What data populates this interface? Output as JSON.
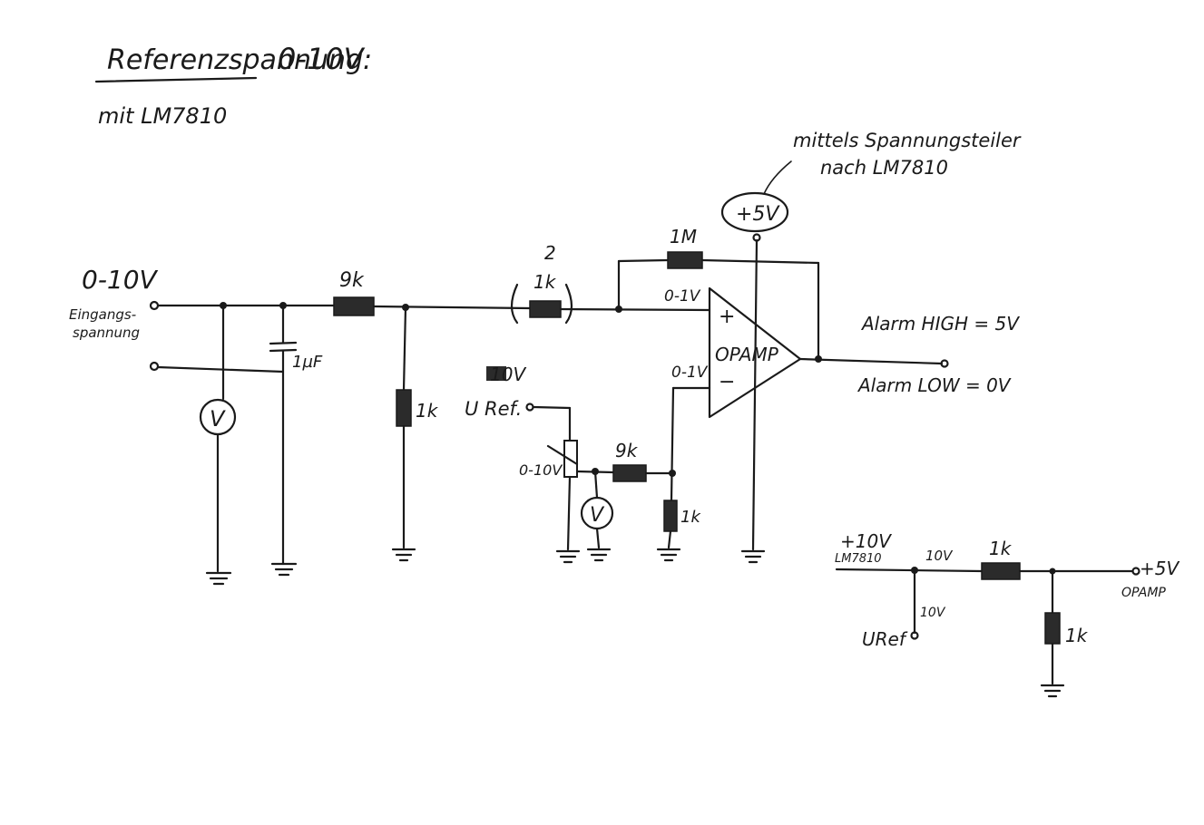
{
  "title": {
    "main": "Referenzspannung:",
    "value": "0-10V",
    "subtitle": "mit LM7810"
  },
  "annotation": {
    "line1": "mittels Spannungsteiler",
    "line2": "nach LM7810",
    "bubble": "+5V"
  },
  "input": {
    "voltage": "0-10V",
    "label_line1": "Eingangs-",
    "label_line2": "spannung",
    "capacitor": "1µF",
    "meter": "V"
  },
  "resistors": {
    "r_series_input": "9k",
    "r_shunt_input": "1k",
    "r_opamp_input": "1k",
    "r_opamp_input_mark": "2",
    "r_feedback": "1M",
    "r_ref_series": "9k",
    "r_ref_shunt": "1k"
  },
  "opamp": {
    "label": "OPAMP",
    "plus": "+",
    "minus": "−",
    "plus_voltage": "0-1V",
    "minus_voltage": "0-1V"
  },
  "output": {
    "high": "Alarm HIGH = 5V",
    "low": "Alarm LOW = 0V"
  },
  "reference": {
    "voltage": "10V",
    "label": "U Ref.",
    "pot_label": "0-10V",
    "meter": "V"
  },
  "divider": {
    "supply_top": "+10V",
    "supply_sub": "LM7810",
    "node_voltage": "10V",
    "tap_voltage": "10V",
    "tap_label": "URef",
    "r_top": "1k",
    "r_bottom": "1k",
    "out_top": "+5V",
    "out_sub": "OPAMP"
  }
}
